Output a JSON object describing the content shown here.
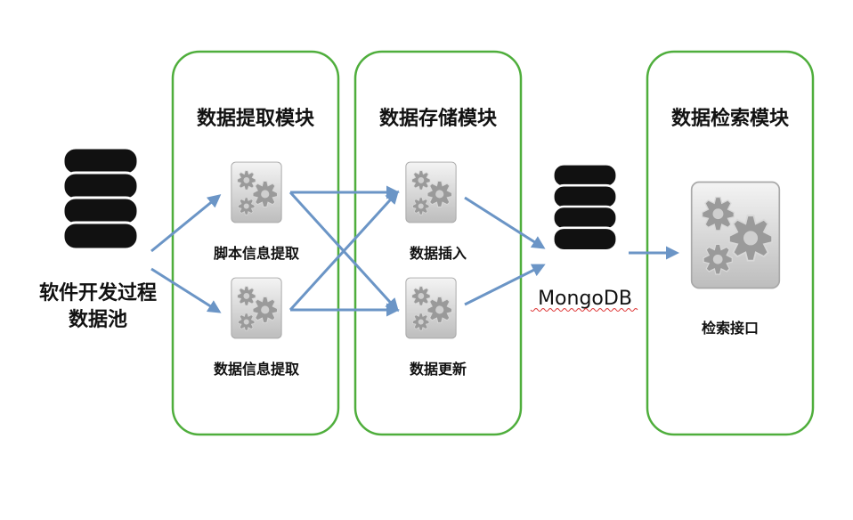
{
  "source": {
    "line1": "软件开发过程",
    "line2": "数据池"
  },
  "modules": {
    "extract": {
      "title": "数据提取模块",
      "items": [
        "脚本信息提取",
        "数据信息提取"
      ]
    },
    "store": {
      "title": "数据存储模块",
      "items": [
        "数据插入",
        "数据更新"
      ]
    },
    "retrieve": {
      "title": "数据检索模块",
      "items": [
        "检索接口"
      ]
    }
  },
  "database": {
    "label": "MongoDB"
  },
  "colors": {
    "module_border": "#4fae3c",
    "arrow": "#6b95c6",
    "spellcheck_underline": "#dd3333"
  },
  "icons": [
    "database-icon",
    "gears-icon"
  ]
}
